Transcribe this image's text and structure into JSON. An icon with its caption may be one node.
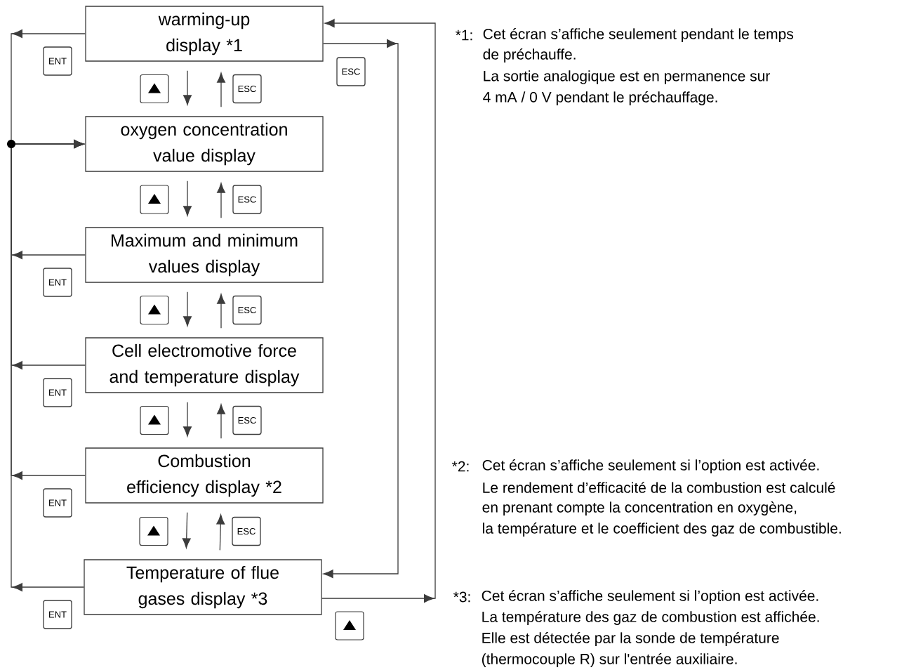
{
  "diagram": {
    "nodes": [
      {
        "text": [
          "warming-up display *1"
        ]
      },
      {
        "text": [
          "oxygen concentration value display"
        ]
      },
      {
        "text": [
          "Maximum and minimum values display"
        ]
      },
      {
        "text": [
          "Cell electromotive force and temperature display"
        ]
      },
      {
        "text": [
          "Combustion efficiency display *2"
        ]
      },
      {
        "text": [
          "Temperature of flue gases display *3"
        ]
      }
    ],
    "edges": [
      {
        "from": 0,
        "to": 1,
        "arrow": "to"
      },
      {
        "from": 1,
        "to": 2,
        "arrow": "to"
      },
      {
        "from": 2,
        "to": 3,
        "arrow": "to"
      },
      {
        "from": 3,
        "to": 4,
        "arrow": "to"
      },
      {
        "from": 4,
        "to": 5,
        "arrow": "to"
      },
      {
        "from": 1,
        "to": 0,
        "arrow": "to",
        "label": "ESC"
      },
      {
        "from": 2,
        "to": 1,
        "arrow": "to",
        "label": "ESC"
      },
      {
        "from": 3,
        "to": 2,
        "arrow": "to",
        "label": "ESC"
      },
      {
        "from": 4,
        "to": 3,
        "arrow": "to",
        "label": "ESC"
      },
      {
        "from": 5,
        "to": 4,
        "arrow": "to",
        "label": "ESC"
      },
      {
        "from": 0,
        "to": 1,
        "arrow": "to",
        "label": "ENT"
      },
      {
        "from": 2,
        "to": 1,
        "arrow": "to",
        "label": "ENT"
      },
      {
        "from": 3,
        "to": 1,
        "arrow": "to",
        "label": "ENT"
      },
      {
        "from": 4,
        "to": 1,
        "arrow": "to",
        "label": "ENT"
      },
      {
        "from": 5,
        "to": 1,
        "arrow": "to",
        "label": "ENT"
      },
      {
        "from": 0,
        "to": 5,
        "arrow": "to",
        "label": "ESC"
      },
      {
        "from": 5,
        "to": 0,
        "arrow": "to"
      }
    ],
    "labels": [
      "*1:",
      "Cet écran s’affiche seulement pendant le temps",
      "de préchauffe.",
      "La sortie analogique est en permanence sur",
      "4 mA / 0 V pendant le préchauffage.",
      "*2:",
      "Cet écran s’affiche seulement si l’option est activée.",
      "Le rendement d’efficacité de la combustion est calculé",
      "en prenant compte la concentration en oxygène,",
      "la température et le coefficient des gaz de combustible.",
      "*3:",
      "Cet écran s’affiche seulement si l’option est activée.",
      "La température des gaz de combustion est affichée.",
      "Elle est détectée par la sonde de température",
      "(thermocouple R) sur l'entrée auxiliaire."
    ]
  }
}
